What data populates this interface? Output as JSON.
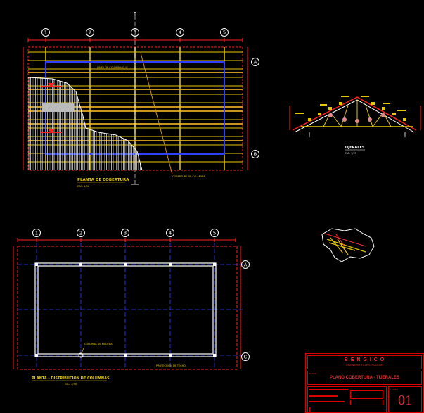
{
  "grid_axes_top": [
    "1",
    "2",
    "3",
    "4",
    "5"
  ],
  "grid_axes_bottom": [
    "1",
    "2",
    "3",
    "4",
    "5"
  ],
  "row_axes_top": [
    "A",
    "B"
  ],
  "row_axes_bottom": [
    "A",
    "C"
  ],
  "titles": {
    "plan_cover": "PLANTA DE COBERTURA",
    "plan_cover_scale": "ESC: 1/50",
    "trusses": "TIJERALES",
    "trusses_scale": "ESC: 1/25",
    "plan_columns": "PLANTA - DISTRIBUCION DE COLUMNAS",
    "plan_columns_scale": "ESC: 1/50"
  },
  "annotations": {
    "plan_inner_note": "LINEA DE COLUMNA  Ø 4\"",
    "cover_note": "COBERTURA DE CALAMINA",
    "columns_note": "COLUMNA DE MADERA",
    "columns_bottom_note": "PROYECCION DE TECHO"
  },
  "title_block": {
    "company": "B E N G I C O",
    "company_sub": "INGENIERIA Y CONSTRUCCION",
    "project_label": "PLANO:",
    "sheet_title": "PLANO COBERTURA - TIJERALES",
    "sheet_label": "LAMINA",
    "sheet_number": "01"
  },
  "colors": {
    "background": "#000000",
    "frame_red": "#ff2020",
    "axis_blue": "#2f3fff",
    "purlin_yellow": "#e6c800",
    "beam_orange": "#c8941a",
    "wall_white": "#ffffff"
  }
}
